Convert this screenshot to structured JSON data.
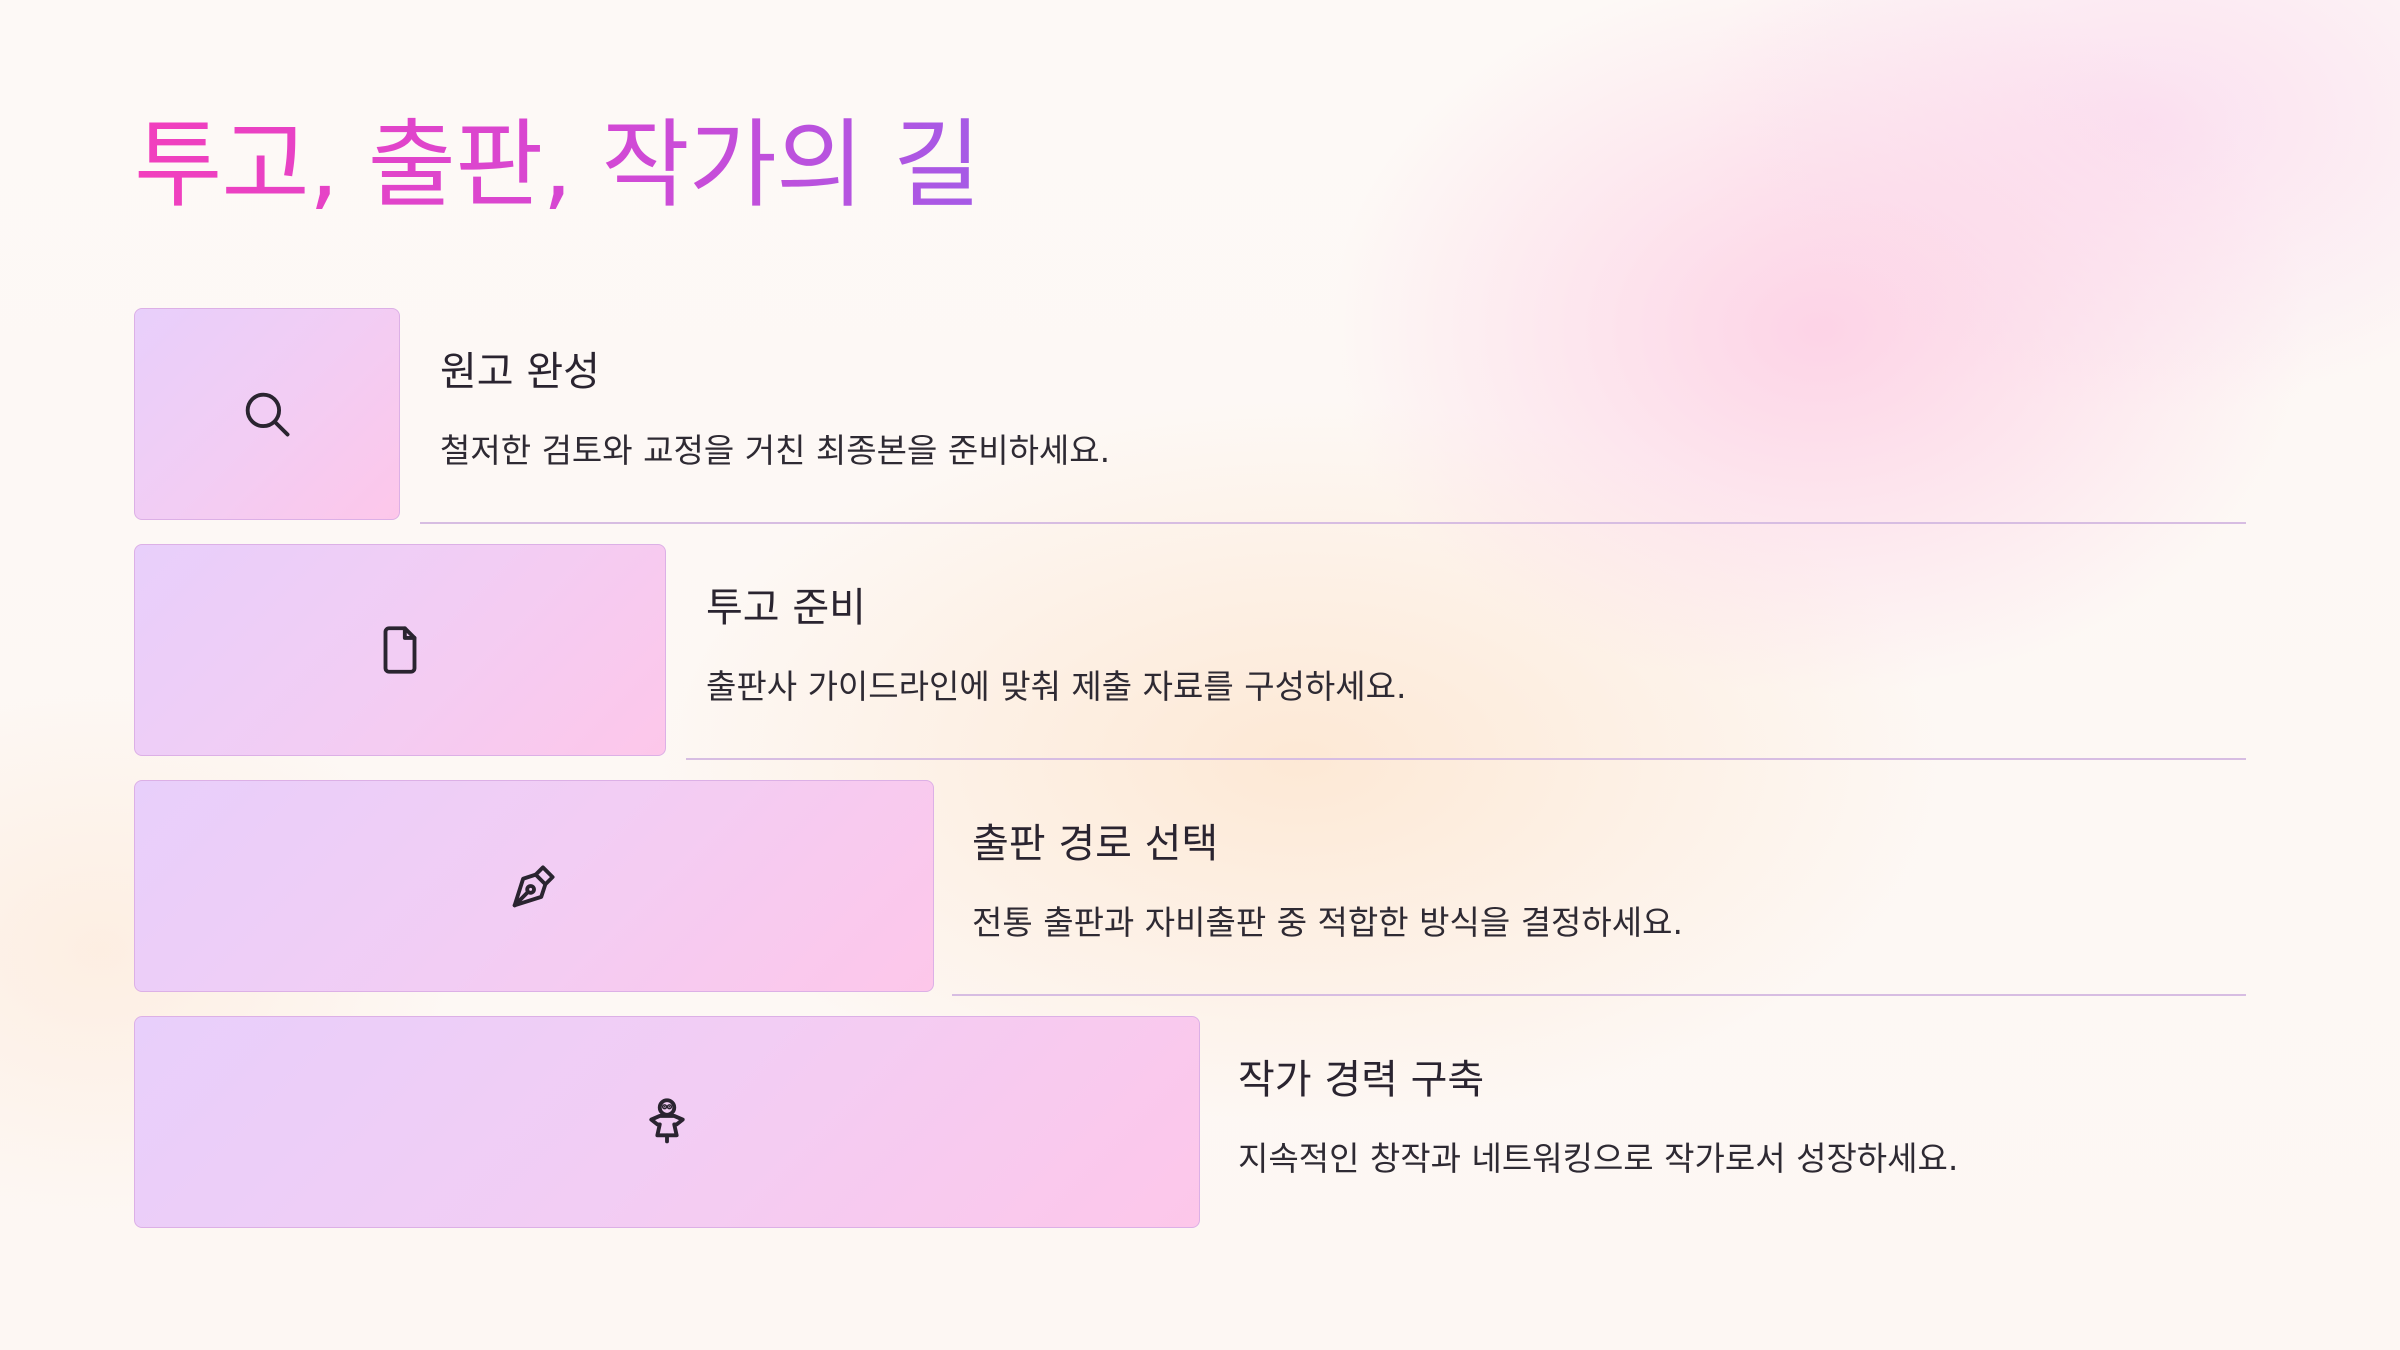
{
  "title": "투고, 출판, 작가의 길",
  "steps": [
    {
      "heading": "원고 완성",
      "description": "철저한 검토와 교정을 거친 최종본을 준비하세요.",
      "icon": "search-icon"
    },
    {
      "heading": "투고 준비",
      "description": "출판사 가이드라인에 맞춰 제출 자료를 구성하세요.",
      "icon": "file-icon"
    },
    {
      "heading": "출판 경로 선택",
      "description": "전통 출판과 자비출판 중 적합한 방식을 결정하세요.",
      "icon": "pen-nib-icon"
    },
    {
      "heading": "작가 경력 구축",
      "description": "지속적인 창작과 네트워킹으로 작가로서 성장하세요.",
      "icon": "person-icon"
    }
  ],
  "colors": {
    "title_gradient_start": "#f23fbd",
    "title_gradient_end": "#a55ae6",
    "box_gradient_start": "#e8cffb",
    "box_gradient_end": "#fdc7ea",
    "box_border": "#dcb0e6",
    "divider": "#d7bde2",
    "text": "#2a2430"
  }
}
